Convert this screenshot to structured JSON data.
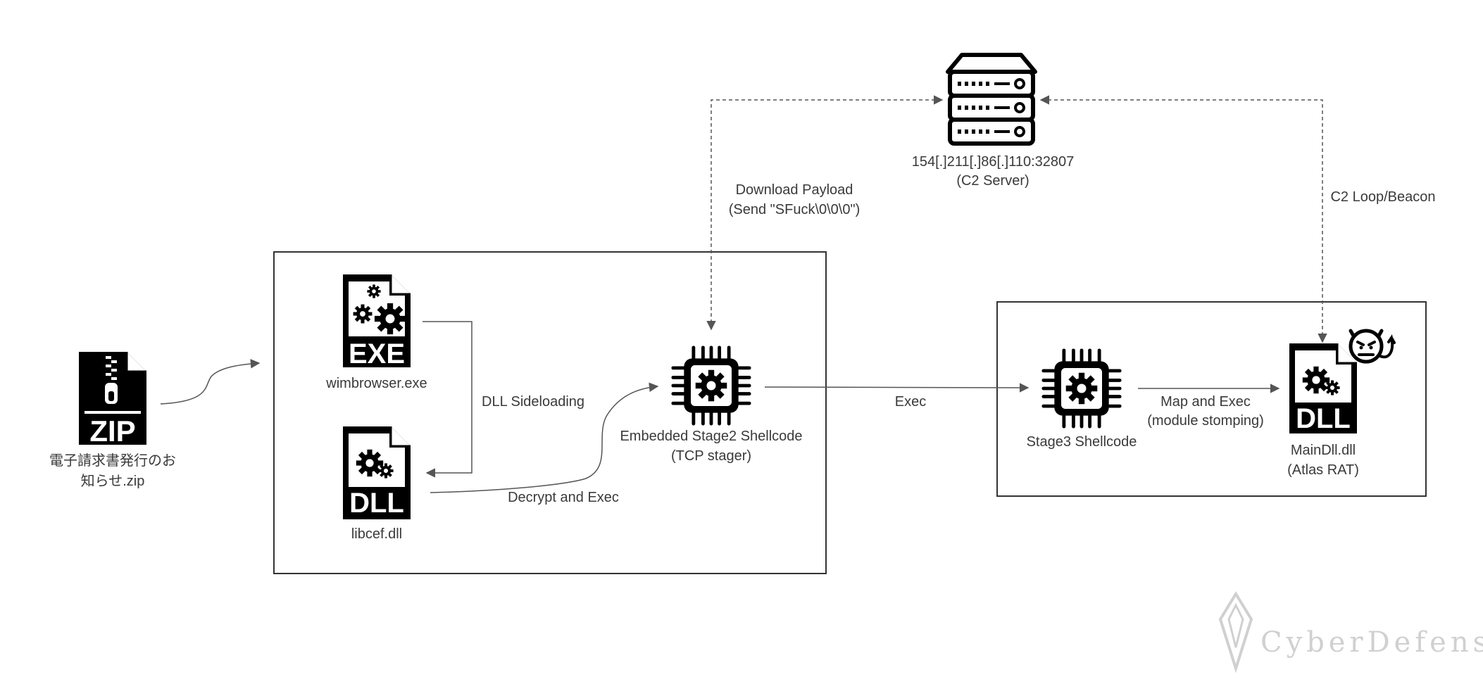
{
  "nodes": {
    "zip": {
      "badge": "ZIP",
      "label_line1": "電子請求書発行のお",
      "label_line2": "知らせ.zip"
    },
    "exe": {
      "badge": "EXE",
      "label": "wimbrowser.exe"
    },
    "dll": {
      "badge": "DLL",
      "label": "libcef.dll"
    },
    "stage2": {
      "label_line1": "Embedded Stage2 Shellcode",
      "label_line2": "(TCP stager)"
    },
    "stage3": {
      "label": "Stage3 Shellcode"
    },
    "maindll": {
      "badge": "DLL",
      "label_line1": "MainDll.dll",
      "label_line2": "(Atlas RAT)"
    },
    "c2": {
      "label_line1": "154[.]211[.]86[.]110:32807",
      "label_line2": "(C2 Server)"
    }
  },
  "edges": {
    "sideload": "DLL Sideloading",
    "decrypt": "Decrypt and Exec",
    "exec": "Exec",
    "map_line1": "Map and Exec",
    "map_line2": "(module stomping)",
    "download_line1": "Download Payload",
    "download_line2": "(Send \"SFuck\\0\\0\\0\")",
    "beacon": "C2 Loop/Beacon"
  },
  "watermark": "CyberDefense",
  "colors": {
    "icon": "#000000",
    "line": "#555555",
    "text": "#3a3a3a",
    "watermark": "#d0d0d0"
  }
}
